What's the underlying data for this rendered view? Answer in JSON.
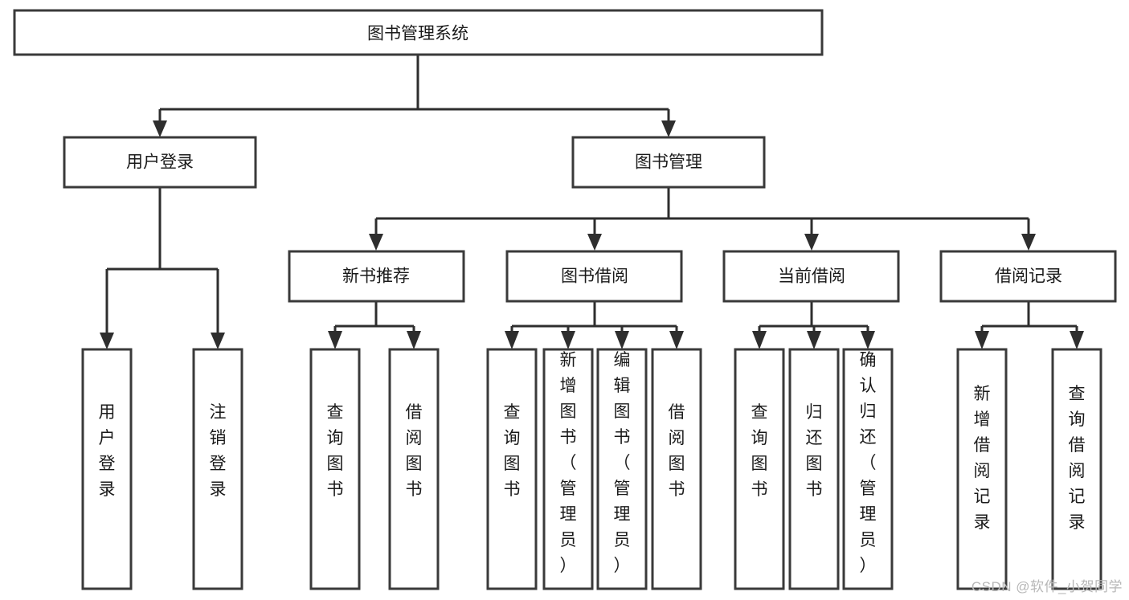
{
  "diagram": {
    "title": "图书管理系统",
    "type": "tree-hierarchy-diagram",
    "colors": {
      "box_border": "#3a3a3a",
      "box_fill": "#ffffff",
      "connector": "#2e2e2e",
      "text": "#1a1a1a",
      "background": "#ffffff",
      "watermark": "#b7b7b7"
    },
    "root": {
      "label": "图书管理系统"
    },
    "level2": [
      {
        "label": "用户登录"
      },
      {
        "label": "图书管理"
      }
    ],
    "level3": [
      {
        "label": "新书推荐"
      },
      {
        "label": "图书借阅"
      },
      {
        "label": "当前借阅"
      },
      {
        "label": "借阅记录"
      }
    ],
    "leaves": {
      "user_login": [
        {
          "label": "用户登录"
        },
        {
          "label": "注销登录"
        }
      ],
      "new_book_recommend": [
        {
          "label": "查询图书"
        },
        {
          "label": "借阅图书"
        }
      ],
      "book_borrow": [
        {
          "label": "查询图书"
        },
        {
          "label": "新增图书（管理员）"
        },
        {
          "label": "编辑图书（管理员）"
        },
        {
          "label": "借阅图书"
        }
      ],
      "current_borrow": [
        {
          "label": "查询图书"
        },
        {
          "label": "归还图书"
        },
        {
          "label": "确认归还（管理员）"
        }
      ],
      "borrow_record": [
        {
          "label": "新增借阅记录"
        },
        {
          "label": "查询借阅记录"
        }
      ]
    },
    "watermark": "CSDN @软件_小贺同学"
  }
}
